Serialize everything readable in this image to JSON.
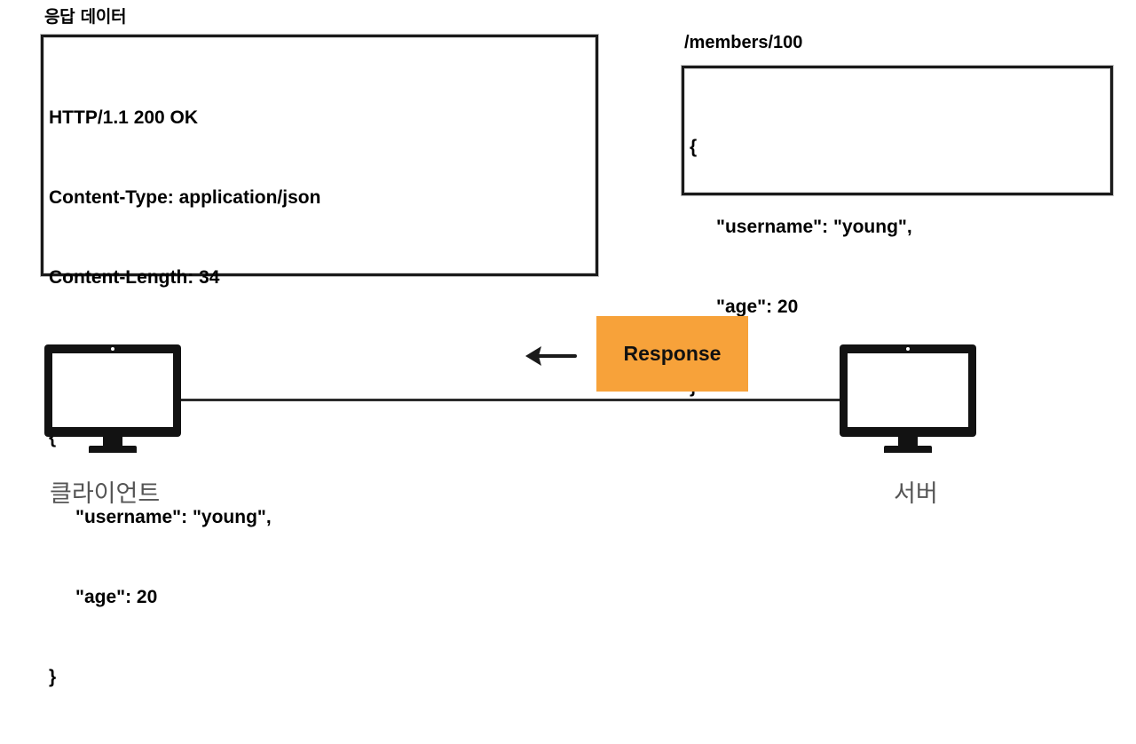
{
  "section_title": "응답 데이터",
  "response_message": {
    "status_line": "HTTP/1.1 200 OK",
    "headers": [
      "Content-Type: application/json",
      "Content-Length: 34"
    ],
    "body_open": "{",
    "body_fields": [
      "\"username\": \"young\",",
      "\"age\": 20"
    ],
    "body_close": "}"
  },
  "resource": {
    "path": "/members/100",
    "open": "{",
    "fields": [
      "\"username\": \"young\",",
      "\"age\": 20"
    ],
    "close": "}"
  },
  "flow": {
    "label": "Response",
    "direction": "server-to-client",
    "badge_color": "#f7a23a"
  },
  "nodes": {
    "client_label": "클라이언트",
    "server_label": "서버",
    "icon": "monitor-icon"
  }
}
